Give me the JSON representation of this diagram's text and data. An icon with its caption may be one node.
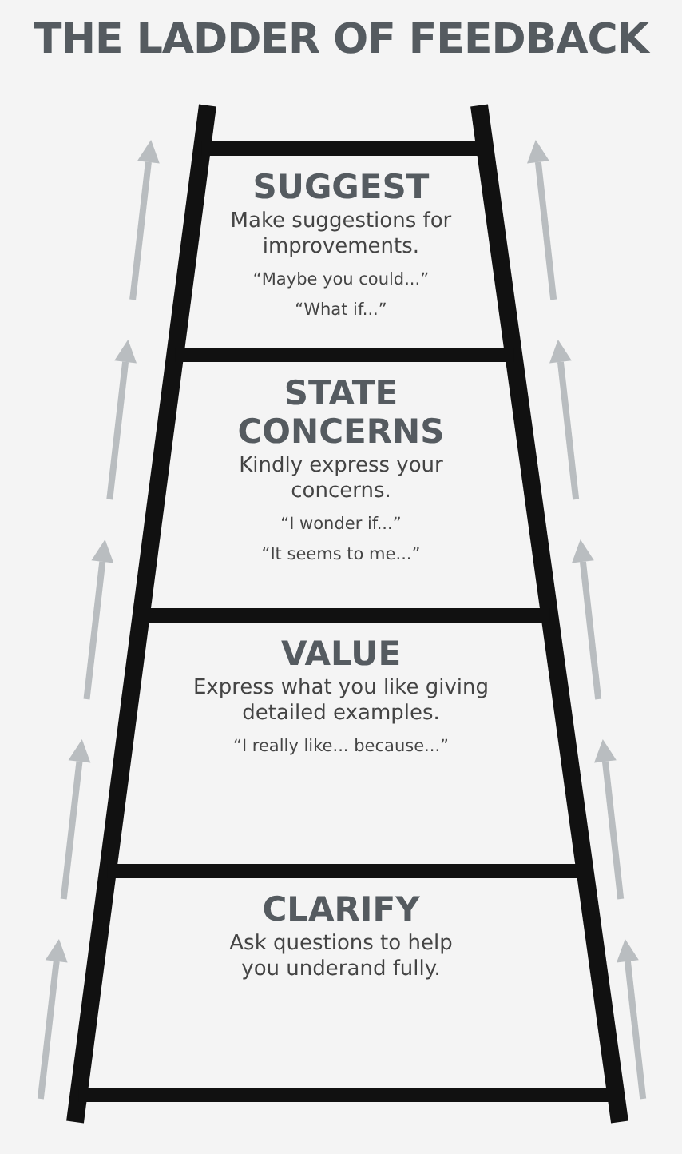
{
  "diagram": {
    "title": "THE LADDER OF FEEDBACK",
    "nodes": [
      {
        "text": [
          "SUGGEST",
          "Make suggestions for improvements.",
          "“Maybe you could...”",
          "“What if...”"
        ]
      },
      {
        "text": [
          "STATE CONCERNS",
          "Kindly express your concerns.",
          "“I wonder if...”",
          "“It seems to me...”"
        ]
      },
      {
        "text": [
          "VALUE",
          "Express what you like giving detailed examples.",
          "“I really like... because...”"
        ]
      },
      {
        "text": [
          "CLARIFY",
          "Ask questions to help you underand fully."
        ]
      }
    ]
  }
}
